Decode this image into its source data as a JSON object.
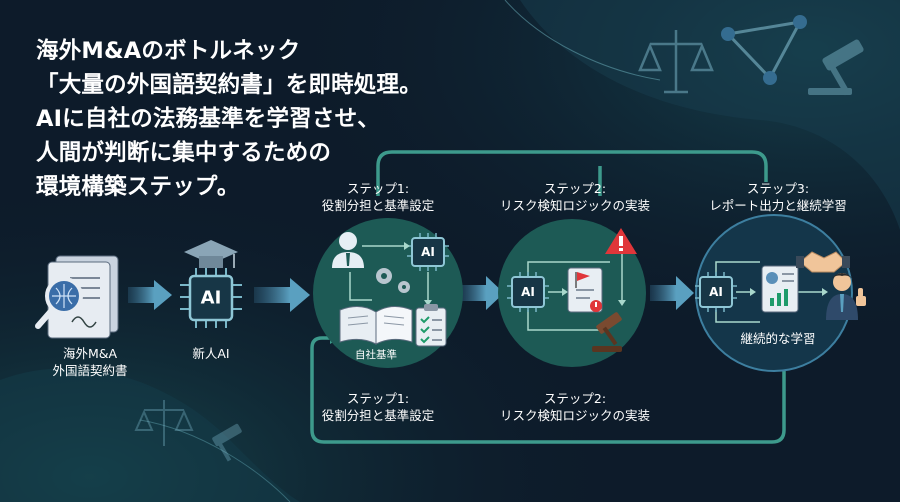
{
  "headline": {
    "lines": [
      "海外M&Aのボトルネック",
      "「大量の外国語契約書」を即時処理。",
      "AIに自社の法務基準を学習させ、",
      "人間が判断に集中するための",
      "環境構築ステップ。"
    ]
  },
  "left": {
    "document_label_line1": "海外M&A",
    "document_label_line2": "外国語契約書",
    "ai_chip": "AI",
    "ai_label": "新人AI"
  },
  "steps": [
    {
      "top_title": "ステップ1:",
      "top_sub": "役割分担と基準設定",
      "bottom_title": "ステップ1:",
      "bottom_sub": "役割分担と基準設定",
      "inner_label": "自社基準",
      "chip": "AI"
    },
    {
      "top_title": "ステップ2:",
      "top_sub": "リスク検知ロジックの実装",
      "bottom_title": "ステップ2:",
      "bottom_sub": "リスク検知ロジックの実装",
      "chip": "AI"
    },
    {
      "top_title": "ステップ3:",
      "top_sub": "レポート出力と継続学習",
      "inner_label": "継続的な学習",
      "chip": "AI"
    }
  ],
  "colors": {
    "background": "#0d1b2a",
    "circle": "#1d5a55",
    "circle_dark": "#14364a",
    "loop_line": "#3d9a8c",
    "arrow": "#4f97b4",
    "warning": "#e0363a"
  }
}
